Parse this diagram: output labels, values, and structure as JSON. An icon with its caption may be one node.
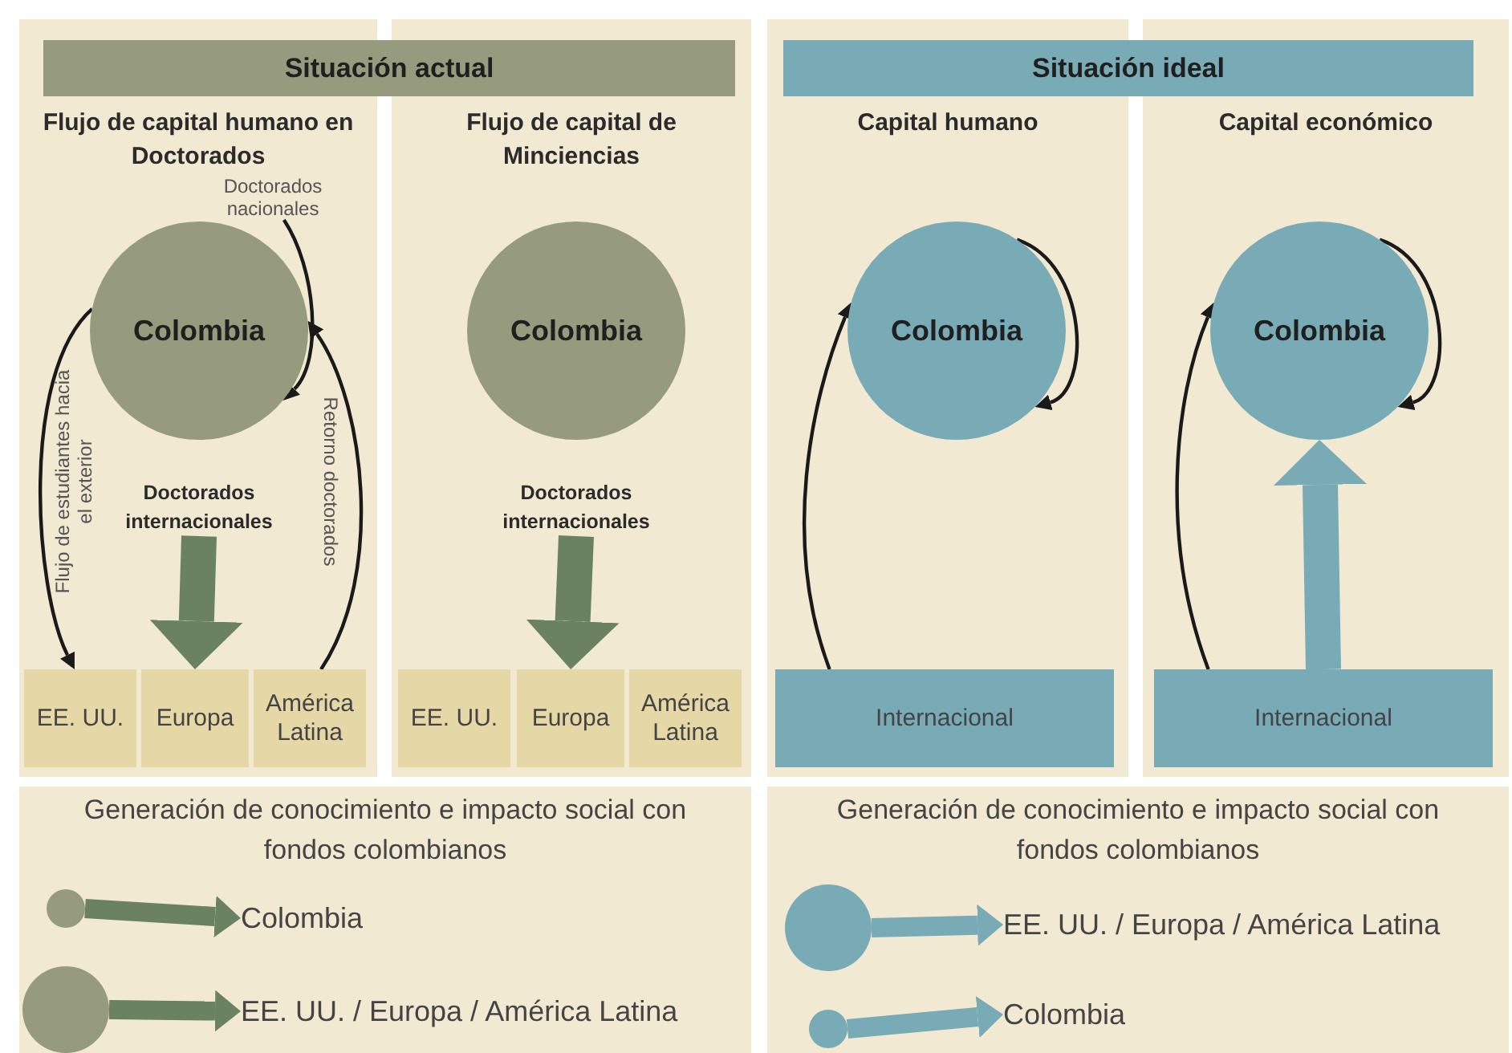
{
  "diagram": {
    "nodes": [
      {
        "text": [
          "Situación actual"
        ]
      },
      {
        "text": [
          "Flujo de capital humano en Doctorados"
        ]
      },
      {
        "text": [
          "Doctorados nacionales"
        ],
        "in": 1
      },
      {
        "text": [
          "Colombia"
        ],
        "in": 1
      },
      {
        "text": [
          "Doctorados internacionales"
        ],
        "in": 1
      },
      {
        "text": [
          "EE. UU."
        ],
        "in": 1
      },
      {
        "text": [
          "Europa"
        ],
        "in": 1
      },
      {
        "text": [
          "América Latina"
        ],
        "in": 1
      },
      {
        "text": [
          "Flujo de capital de Minciencias"
        ]
      },
      {
        "text": [
          "Colombia"
        ],
        "in": 8
      },
      {
        "text": [
          "Doctorados internacionales"
        ],
        "in": 8
      },
      {
        "text": [
          "EE. UU."
        ],
        "in": 8
      },
      {
        "text": [
          "Europa"
        ],
        "in": 8
      },
      {
        "text": [
          "América Latina"
        ],
        "in": 8
      },
      {
        "text": [
          "Situación ideal"
        ]
      },
      {
        "text": [
          "Capital humano"
        ]
      },
      {
        "text": [
          "Colombia"
        ],
        "in": 15
      },
      {
        "text": [
          "Internacional"
        ],
        "in": 15
      },
      {
        "text": [
          "Capital económico"
        ]
      },
      {
        "text": [
          "Colombia"
        ],
        "in": 18
      },
      {
        "text": [
          "Internacional"
        ],
        "in": 18
      },
      {
        "text": [
          "Generación de conocimiento e impacto social con fondos colombianos"
        ]
      },
      {
        "text": [],
        "shape": "circle",
        "in": 21
      },
      {
        "text": [
          "Colombia"
        ],
        "in": 21
      },
      {
        "text": [],
        "shape": "circle",
        "in": 21
      },
      {
        "text": [
          "EE. UU. / Europa / América Latina"
        ],
        "in": 21
      },
      {
        "text": [
          "Generación de conocimiento e impacto social con fondos colombianos"
        ]
      },
      {
        "text": [],
        "shape": "circle",
        "in": 26
      },
      {
        "text": [
          "EE. UU. / Europa / América Latina"
        ],
        "in": 26
      },
      {
        "text": [],
        "shape": "circle",
        "in": 26
      },
      {
        "text": [
          "Colombia"
        ],
        "in": 26
      }
    ],
    "edges": [
      {
        "from": 3,
        "to": 5,
        "arrow": "to",
        "label": "Flujo de estudiantes hacia el exterior"
      },
      {
        "from": 2,
        "to": 3,
        "arrow": "to"
      },
      {
        "from": 7,
        "to": 3,
        "arrow": "to",
        "label": "Retorno doctorados"
      },
      {
        "from": 4,
        "to": 6,
        "arrow": "to",
        "style": "thick",
        "color": "#6b8262"
      },
      {
        "from": 10,
        "to": 12,
        "arrow": "to",
        "style": "thick",
        "color": "#6b8262"
      },
      {
        "from": 17,
        "to": 16,
        "arrow": "to"
      },
      {
        "from": 16,
        "to": 16,
        "arrow": "to"
      },
      {
        "from": 20,
        "to": 19,
        "arrow": "to"
      },
      {
        "from": 19,
        "to": 19,
        "arrow": "to"
      },
      {
        "from": 20,
        "to": 19,
        "arrow": "to",
        "style": "thick",
        "color": "#78abb6"
      },
      {
        "from": 22,
        "to": 23,
        "arrow": "to",
        "style": "thick",
        "color": "#6b8262"
      },
      {
        "from": 24,
        "to": 25,
        "arrow": "to",
        "style": "thick",
        "color": "#6b8262"
      },
      {
        "from": 27,
        "to": 28,
        "arrow": "to",
        "style": "thick",
        "color": "#78abb6"
      },
      {
        "from": 29,
        "to": 30,
        "arrow": "to",
        "style": "thick",
        "color": "#78abb6"
      }
    ]
  }
}
